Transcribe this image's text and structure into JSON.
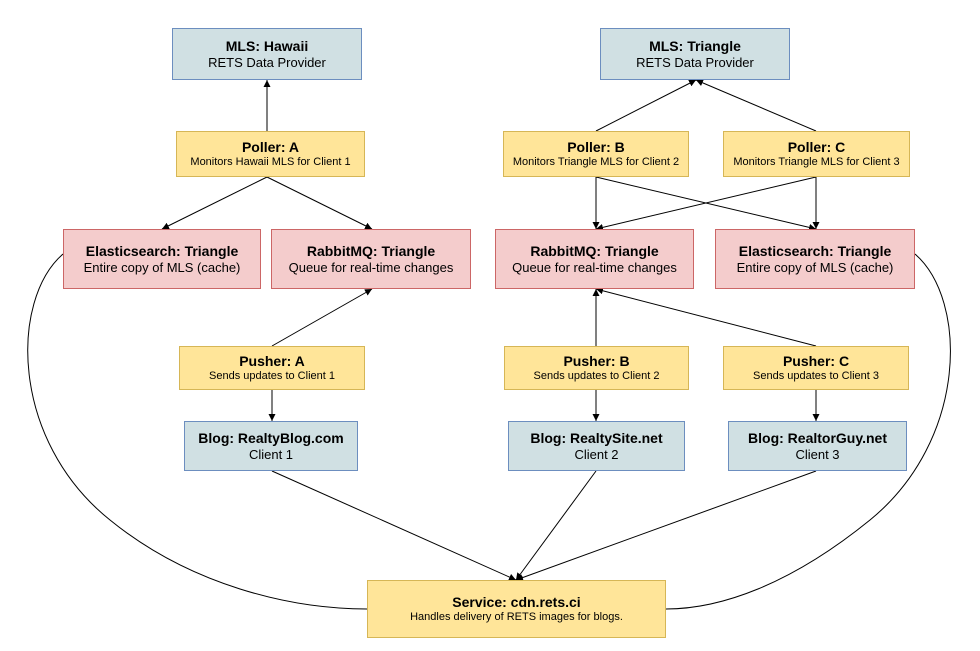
{
  "nodes": {
    "mls_hawaii": {
      "title": "MLS: Hawaii",
      "sub": "RETS Data Provider"
    },
    "mls_triangle": {
      "title": "MLS: Triangle",
      "sub": "RETS Data Provider"
    },
    "poller_a": {
      "title": "Poller: A",
      "sub": "Monitors Hawaii MLS for Client 1"
    },
    "poller_b": {
      "title": "Poller: B",
      "sub": "Monitors Triangle MLS for Client 2"
    },
    "poller_c": {
      "title": "Poller: C",
      "sub": "Monitors Triangle MLS for Client 3"
    },
    "es_1": {
      "title": "Elasticsearch: Triangle",
      "sub": "Entire copy of MLS (cache)"
    },
    "rmq_1": {
      "title": "RabbitMQ: Triangle",
      "sub": "Queue for real-time changes"
    },
    "rmq_2": {
      "title": "RabbitMQ: Triangle",
      "sub": "Queue for real-time changes"
    },
    "es_2": {
      "title": "Elasticsearch: Triangle",
      "sub": "Entire copy of MLS (cache)"
    },
    "pusher_a": {
      "title": "Pusher: A",
      "sub": "Sends updates to Client 1"
    },
    "pusher_b": {
      "title": "Pusher: B",
      "sub": "Sends updates to Client 2"
    },
    "pusher_c": {
      "title": "Pusher: C",
      "sub": "Sends updates to Client 3"
    },
    "blog_1": {
      "title": "Blog: RealtyBlog.com",
      "sub": "Client 1"
    },
    "blog_2": {
      "title": "Blog: RealtySite.net",
      "sub": "Client 2"
    },
    "blog_3": {
      "title": "Blog: RealtorGuy.net",
      "sub": "Client 3"
    },
    "service": {
      "title": "Service: cdn.rets.ci",
      "sub": "Handles delivery of RETS images for blogs."
    }
  },
  "colors": {
    "provider_fill": "#d0e0e3",
    "worker_fill": "#ffe599",
    "storage_fill": "#f4cccc",
    "edge": "#000000"
  }
}
